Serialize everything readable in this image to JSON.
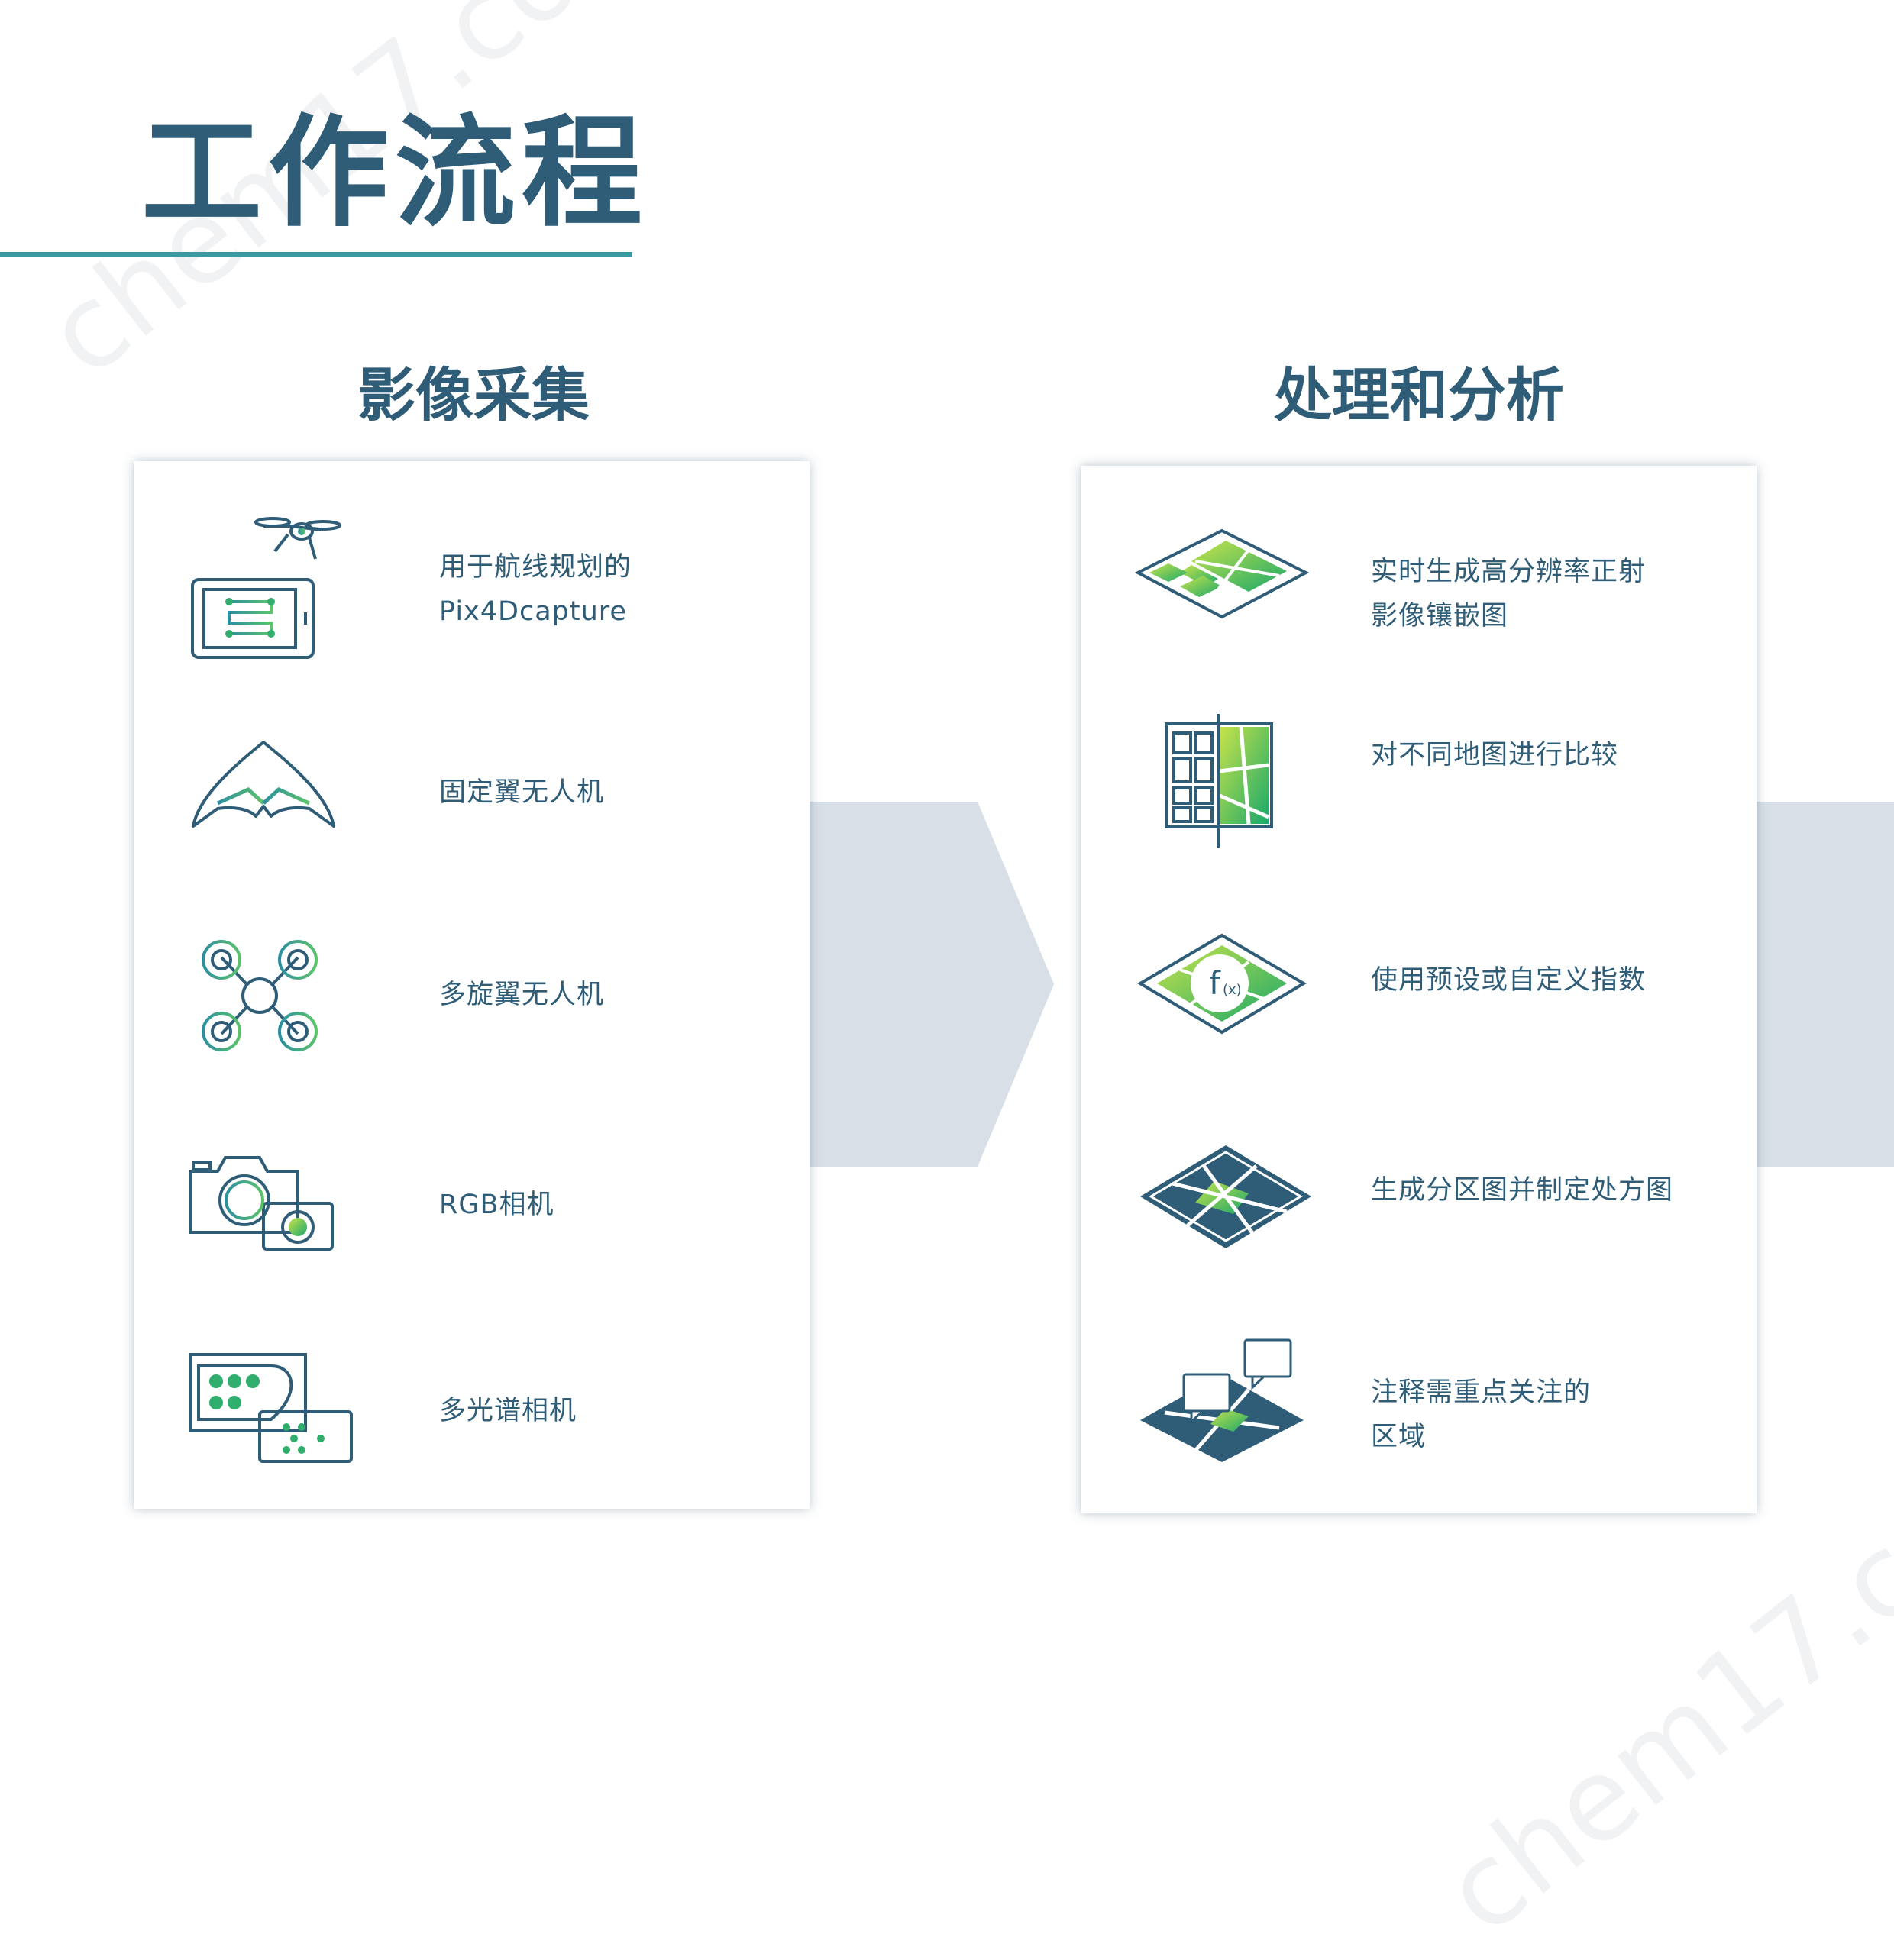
{
  "watermark": "chem17.com",
  "page_title": "工作流程",
  "capture": {
    "heading": "影像采集",
    "items": [
      {
        "lines": [
          "用于航线规划的",
          "Pix4Dcapture"
        ],
        "icon": "tablet-drone-icon"
      },
      {
        "lines": [
          "固定翼无人机"
        ],
        "icon": "fixed-wing-icon"
      },
      {
        "lines": [
          "多旋翼无人机"
        ],
        "icon": "quadcopter-icon"
      },
      {
        "lines": [
          "RGB相机"
        ],
        "icon": "camera-icon"
      },
      {
        "lines": [
          "多光谱相机"
        ],
        "icon": "multispectral-camera-icon"
      }
    ]
  },
  "processing": {
    "heading": "处理和分析",
    "items": [
      {
        "lines": [
          "实时生成高分辨率正射",
          "影像镶嵌图"
        ],
        "icon": "orthomosaic-icon"
      },
      {
        "lines": [
          "对不同地图进行比较"
        ],
        "icon": "map-compare-icon"
      },
      {
        "lines": [
          "使用预设或自定义指数"
        ],
        "icon": "index-function-icon"
      },
      {
        "lines": [
          "生成分区图并制定处方图"
        ],
        "icon": "zone-map-icon"
      },
      {
        "lines": [
          "注释需重点关注的",
          "区域"
        ],
        "icon": "annotation-map-icon"
      }
    ],
    "function_symbol": "f",
    "function_arg": "(x)"
  },
  "colors": {
    "title": "#2f5d78",
    "accent": "#3a9aa2",
    "green": "#35b36b",
    "band": "#d8dfe7"
  }
}
